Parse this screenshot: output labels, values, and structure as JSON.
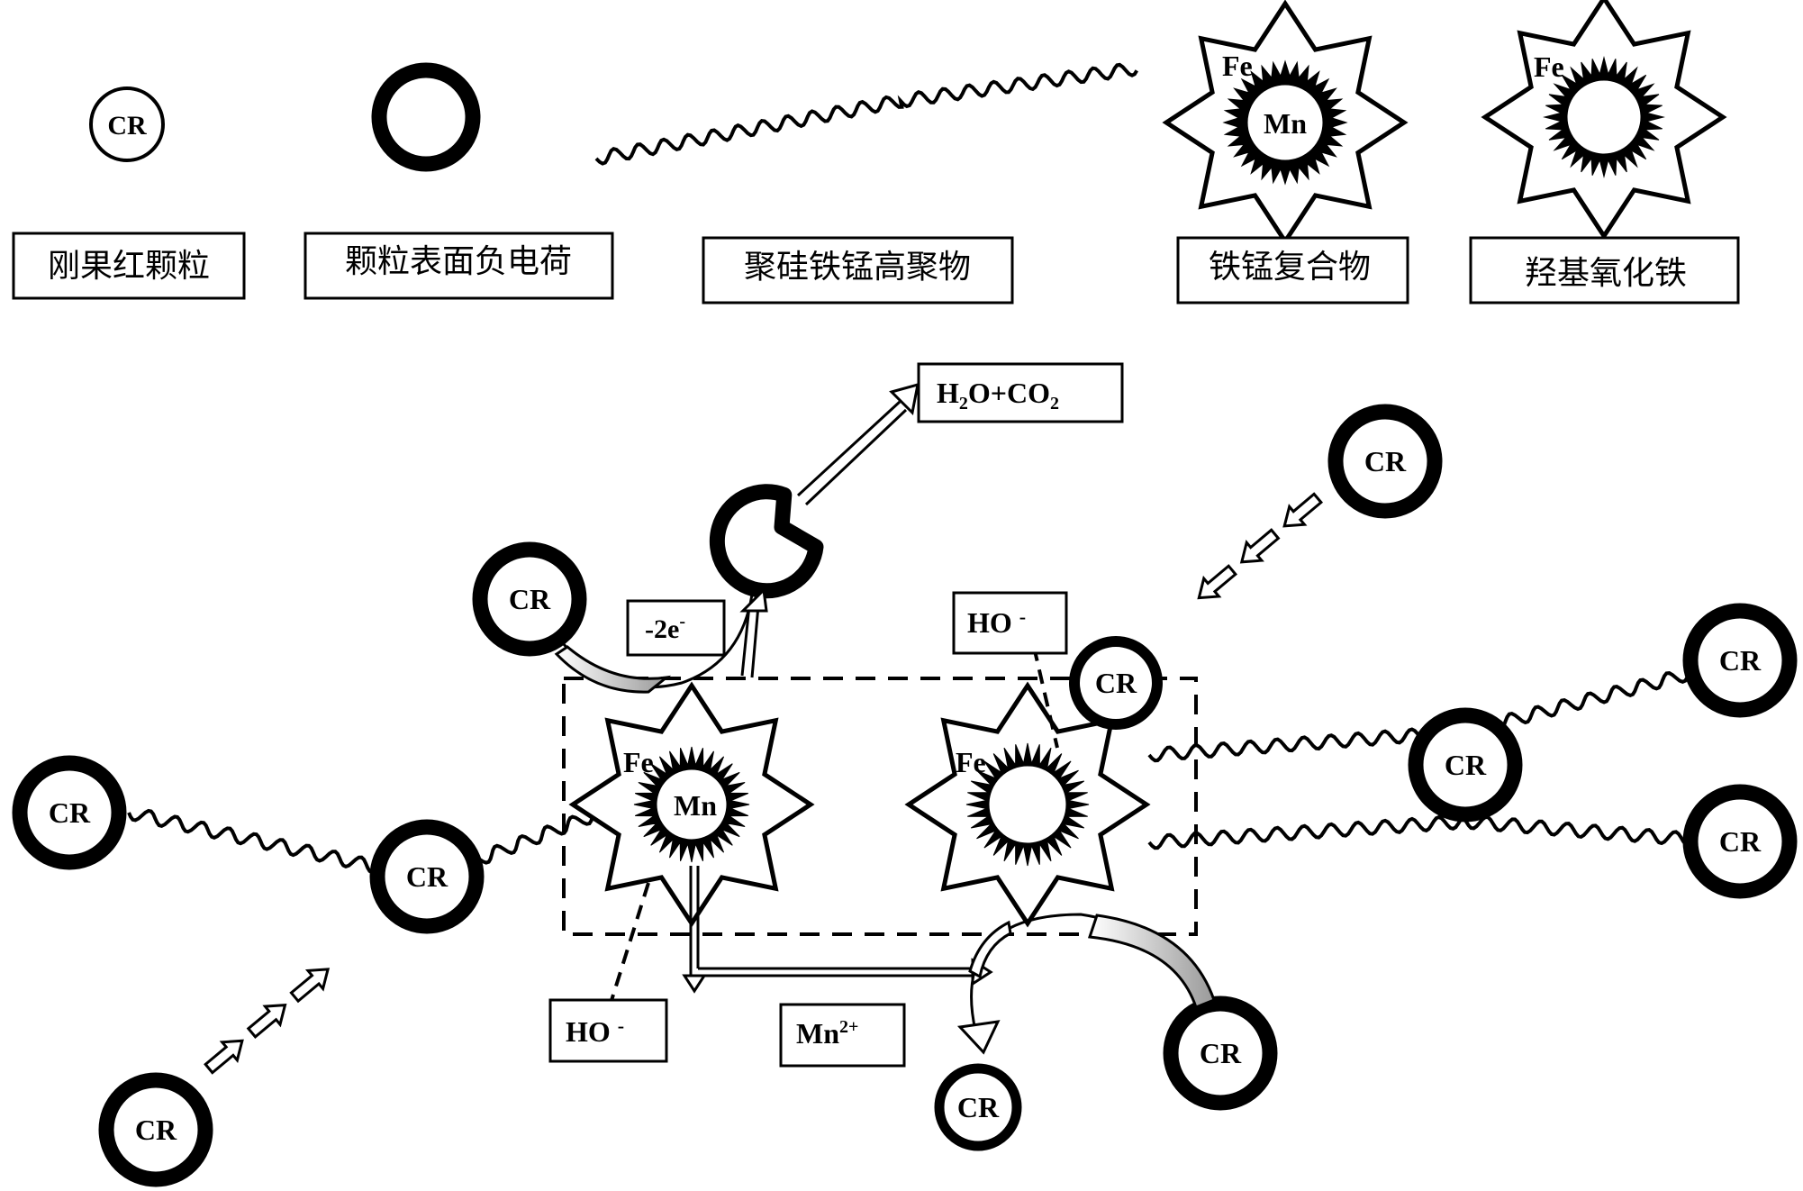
{
  "legend": {
    "cr_particle": "刚果红颗粒",
    "negative_charge": "颗粒表面负电荷",
    "polymer": "聚硅铁锰高聚物",
    "fe_mn_complex": "铁锰复合物",
    "iron_oxyhydroxide": "羟基氧化铁"
  },
  "labels": {
    "cr": "CR",
    "fe": "Fe",
    "mn": "Mn",
    "product_a": "H",
    "product_sub2": "2",
    "product_b": "O+CO",
    "electron_a": "-2e",
    "electron_sup": "-",
    "hydroxide": "HO",
    "hydroxide_sup": "-",
    "mn_ion": "Mn",
    "mn_ion_sup": "2+"
  }
}
